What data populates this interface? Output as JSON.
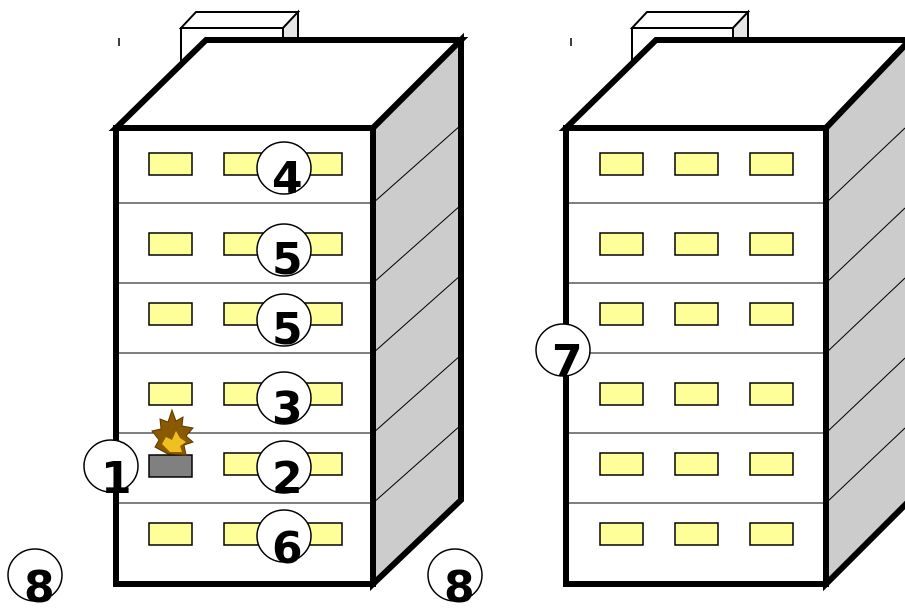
{
  "colors": {
    "background": "#ffffff",
    "outline": "#000000",
    "facade": "#ffffff",
    "side_wall": "#cccccc",
    "window": "#ffff99",
    "device": "#808080",
    "flash_dark": "#8b5a00",
    "flash_light": "#f0c020"
  },
  "buildings": [
    {
      "name": "left-building",
      "floors": 6,
      "windows_per_floor": 3,
      "has_rooftop_unit": true,
      "has_device_on_floor": 5
    },
    {
      "name": "right-building",
      "floors": 6,
      "windows_per_floor": 3,
      "has_rooftop_unit": true
    }
  ],
  "markers": [
    {
      "id": "m4",
      "text": "4"
    },
    {
      "id": "m5a",
      "text": "5"
    },
    {
      "id": "m5b",
      "text": "5"
    },
    {
      "id": "m3",
      "text": "3"
    },
    {
      "id": "m1",
      "text": "1"
    },
    {
      "id": "m2",
      "text": "2"
    },
    {
      "id": "m6",
      "text": "6"
    },
    {
      "id": "m7",
      "text": "7"
    },
    {
      "id": "m8a",
      "text": "8"
    },
    {
      "id": "m8b",
      "text": "8"
    }
  ],
  "icons": {
    "device": "gray-box-icon",
    "flash": "explosion-icon"
  }
}
